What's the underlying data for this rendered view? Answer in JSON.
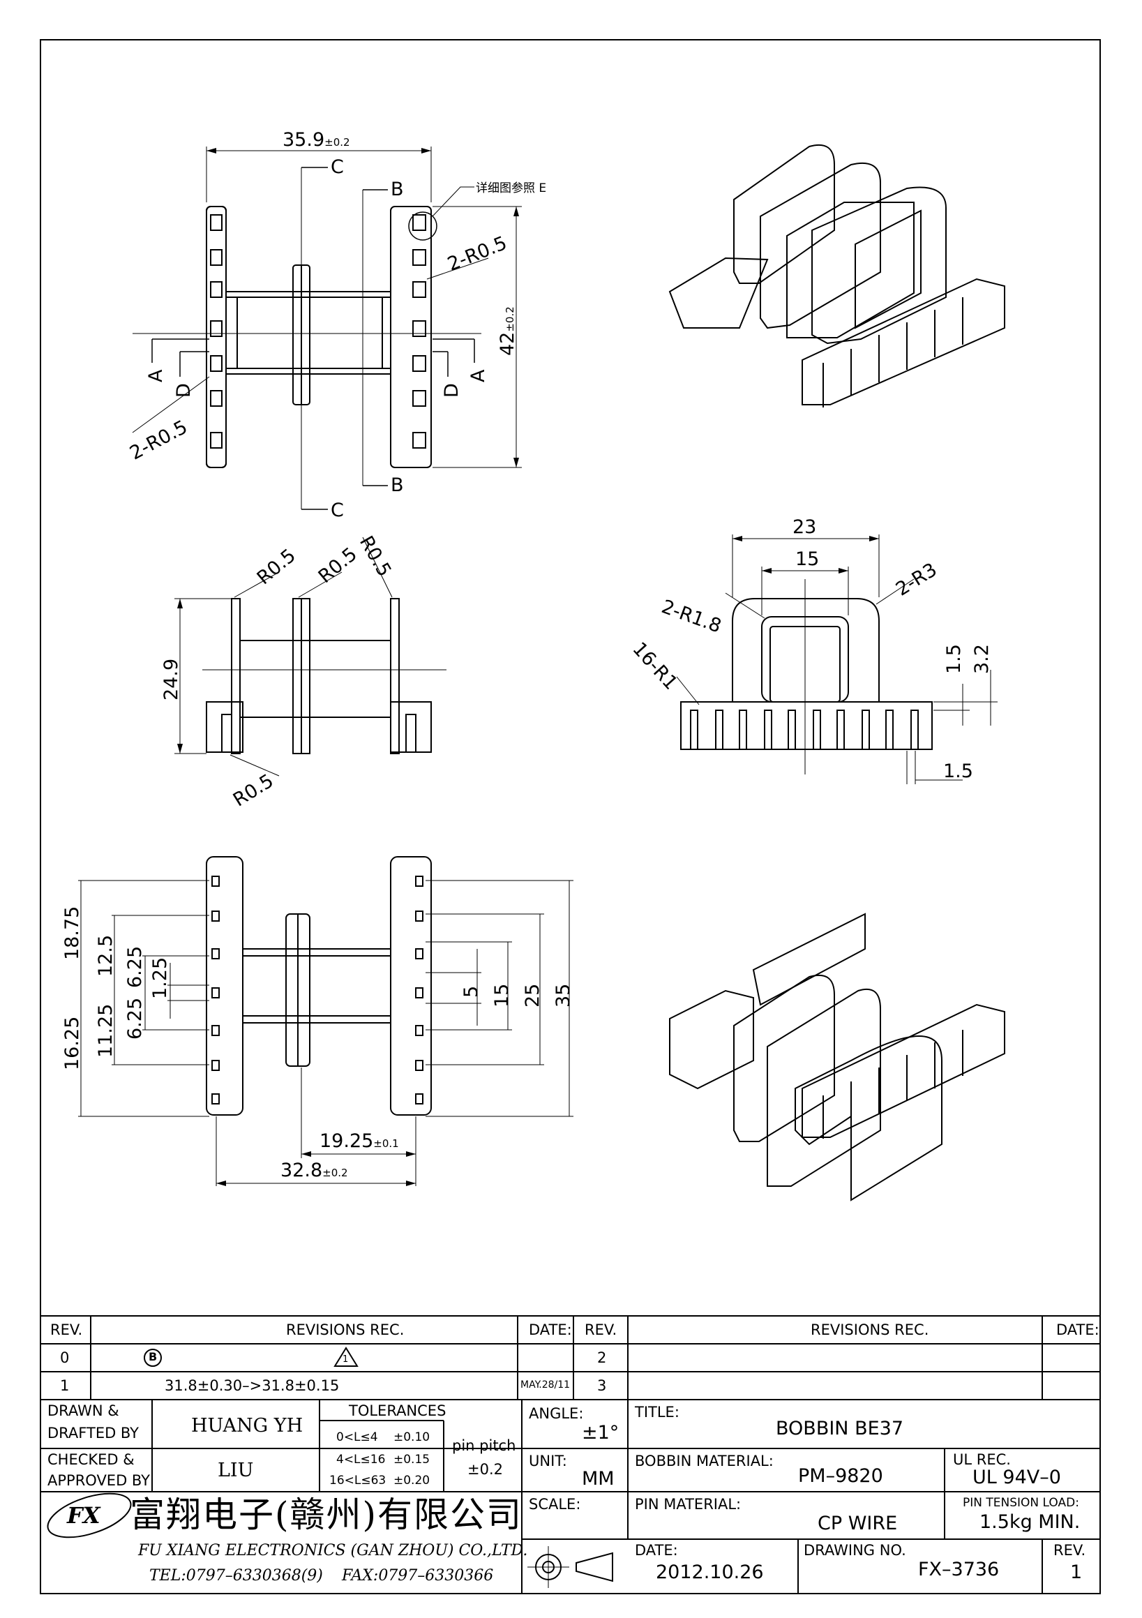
{
  "drawing": {
    "dims_top": {
      "width": "35.9",
      "width_tol": "±0.2",
      "height": "42",
      "height_tol": "±0.2",
      "section_a": "A",
      "section_b": "B",
      "section_c": "C",
      "section_d": "D",
      "radius_right": "2-R0.5",
      "radius_left": "2-R0.5",
      "detail_note": "详细图参照 E"
    },
    "dims_side": {
      "height": "24.9",
      "r1": "R0.5",
      "r2": "R0.5",
      "r3": "R0.5",
      "r4": "R0.5"
    },
    "dims_front": {
      "outer": "23",
      "inner": "15",
      "r_inner": "2-R1.8",
      "r_outer": "2-R3",
      "r_pins": "16-R1",
      "h1": "1.5",
      "h2": "3.2",
      "w1": "1.5"
    },
    "dims_bottom": {
      "left_top": "18.75",
      "left_a": "12.5",
      "left_b": "6.25",
      "left_c": "1.25",
      "left_d": "6.25",
      "left_e": "11.25",
      "left_bottom": "16.25",
      "right_5": "5",
      "right_15": "15",
      "right_25": "25",
      "right_35": "35",
      "pitch": "19.25",
      "pitch_tol": "±0.1",
      "width": "32.8",
      "width_tol": "±0.2"
    }
  },
  "title_block": {
    "hdr_rev": "REV.",
    "hdr_revisions": "REVISIONS   REC.",
    "hdr_date": "DATE:",
    "hdr_rev2": "REV.",
    "hdr_revisions2": "REVISIONS   REC.",
    "hdr_date2": "DATE:",
    "rev0": "0",
    "rev1": "1",
    "rev2": "2",
    "rev3": "3",
    "rev1_marker": "B",
    "rev1_text": "31.8±0.30–>31.8±0.15",
    "rev1_flag": "1",
    "rev1_date": "MAY.28/11",
    "drawn_label_1": "DRAWN  &",
    "drawn_label_2": "DRAFTED BY",
    "drawn_by": "HUANG YH",
    "checked_label_1": "CHECKED &",
    "checked_label_2": "APPROVED BY",
    "checked_by": "LIU",
    "tolerances_label": "TOLERANCES",
    "tol_row1_range": "0<L≤4",
    "tol_row1_val": "±0.10",
    "tol_row2_range": "4<L≤16",
    "tol_row2_val": "±0.15",
    "tol_row3_range": "16<L≤63",
    "tol_row3_val": "±0.20",
    "pin_pitch_label": "pin  pitch",
    "pin_pitch_val": "±0.2",
    "angle_label": "ANGLE:",
    "angle_val": "±1°",
    "unit_label": "UNIT:",
    "unit_val": "MM",
    "scale_label": "SCALE:",
    "title_label": "TITLE:",
    "title_val": "BOBBIN  BE37",
    "bobbin_material_label": "BOBBIN  MATERIAL:",
    "bobbin_material_val": "PM–9820",
    "ul_label": "UL  REC.",
    "ul_val": "UL  94V–0",
    "pin_material_label": "PIN  MATERIAL:",
    "pin_material_val": "CP  WIRE",
    "pin_tension_label": "PIN  TENSION  LOAD:",
    "pin_tension_val": "1.5kg  MIN.",
    "date_label": "DATE:",
    "date_val": "2012.10.26",
    "drawing_no_label": "DRAWING  NO.",
    "drawing_no_val": "FX–3736",
    "rev_label": "REV.",
    "rev_val": "1",
    "company_cn": "富翔电子(赣州)有限公司",
    "company_en": "FU  XIANG  ELECTRONICS  (GAN  ZHOU)  CO.,LTD.",
    "company_tel": "TEL:0797–6330368(9)",
    "company_fax": "FAX:0797–6330366",
    "logo_text": "FX"
  }
}
